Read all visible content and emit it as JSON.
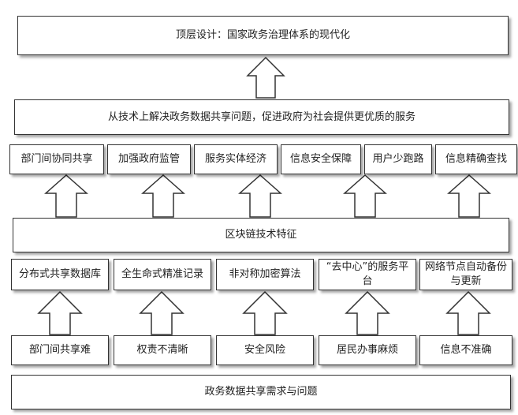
{
  "top": {
    "label": "顶层设计：国家政务治理体系的现代化"
  },
  "goal": {
    "label": "从技术上解决政务数据共享问题，促进政府为社会提供更优质的服务"
  },
  "benefits": [
    "部门间协同共享",
    "加强政府监管",
    "服务实体经济",
    "信息安全保障",
    "用户少跑路",
    "信息精确查找"
  ],
  "features_title": {
    "label": "区块链技术特征"
  },
  "features": [
    "分布式共享数据库",
    "全生命式精准记录",
    "非对称加密算法",
    "“去中心”的服务平台",
    "网络节点自动备份与更新"
  ],
  "problems": [
    "部门间共享难",
    "权责不清晰",
    "安全风险",
    "居民办事麻烦",
    "信息不准确"
  ],
  "base": {
    "label": "政务数据共享需求与问题"
  }
}
